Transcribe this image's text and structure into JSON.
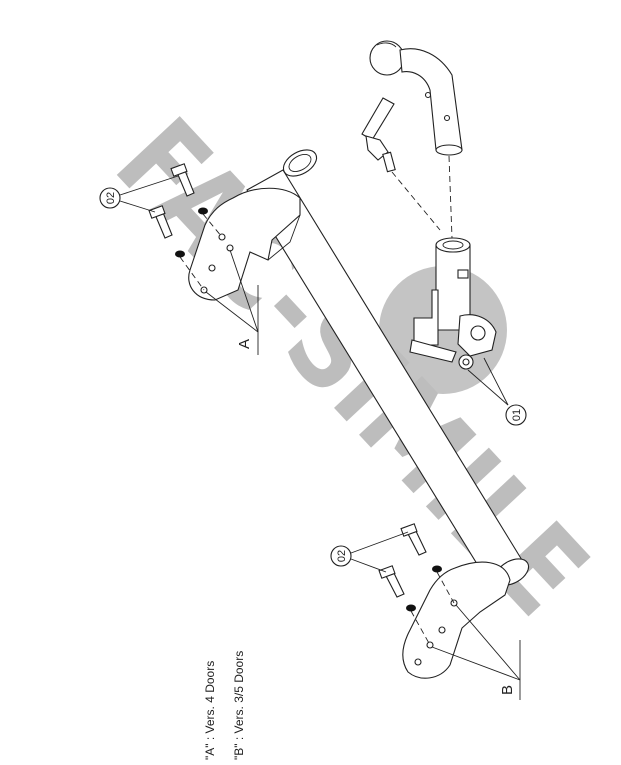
{
  "watermark": {
    "text": "FAC-SIMILE",
    "color": "#bdbdbd"
  },
  "callouts": {
    "part_01": "01",
    "part_02_a": "02",
    "part_02_b": "02"
  },
  "letters": {
    "a": "A",
    "b": "B"
  },
  "legend": {
    "line_a": "\"A\" : Vers. 4 Doors",
    "line_b": "\"B\" : Vers. 3/5 Doors"
  },
  "colors": {
    "ink": "#222222",
    "background": "#ffffff"
  }
}
